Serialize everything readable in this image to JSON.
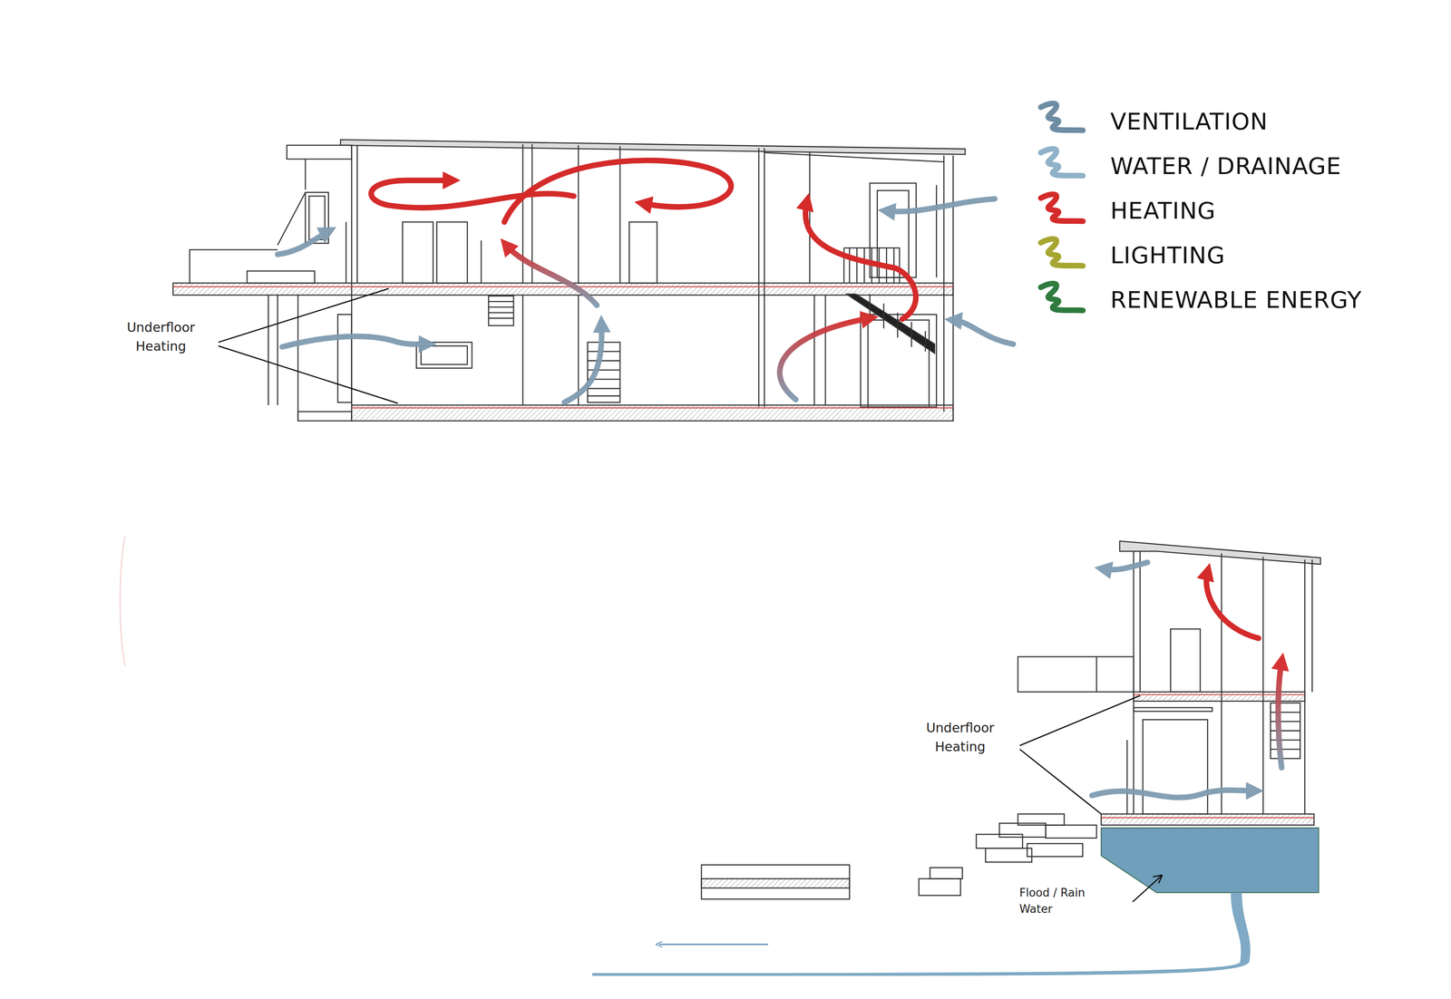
{
  "diagram": {
    "labels": [
      "Underfloor Heating",
      "Underfloor Heating",
      "Flood / Rain Water"
    ],
    "legend": [
      {
        "text": "VENTILATION",
        "color": "#6e8da3"
      },
      {
        "text": "WATER / DRAINAGE",
        "color": "#8fb2c9"
      },
      {
        "text": "HEATING",
        "color": "#d42a2a"
      },
      {
        "text": "LIGHTING",
        "color": "#a7a632"
      },
      {
        "text": "RENEWABLE ENERGY",
        "color": "#2f7a3e"
      }
    ]
  }
}
